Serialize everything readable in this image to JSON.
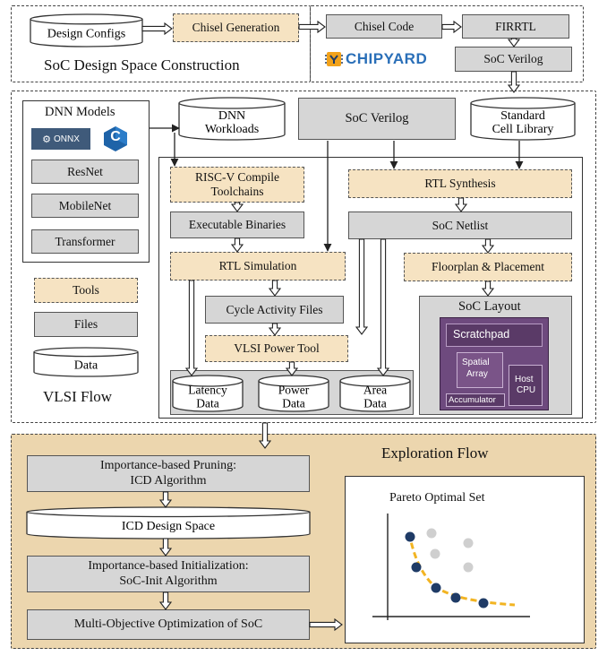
{
  "top": {
    "design_configs": "Design Configs",
    "chisel_generation": "Chisel Generation",
    "chisel_code": "Chisel Code",
    "firrtl": "FIRRTL",
    "soc_verilog_small": "SoC Verilog",
    "chipyard_logo": "CHIPYARD",
    "section_title": "SoC Design Space Construction"
  },
  "vlsi": {
    "dnn_models": "DNN Models",
    "onnx_logo": "ONNX",
    "c_logo": "C",
    "resnet": "ResNet",
    "mobilenet": "MobileNet",
    "transformer": "Transformer",
    "dnn_workloads_1": "DNN",
    "dnn_workloads_2": "Workloads",
    "soc_verilog": "SoC Verilog",
    "std_cell_1": "Standard",
    "std_cell_2": "Cell Library",
    "riscv_1": "RISC-V Compile",
    "riscv_2": "Toolchains",
    "exec_binaries": "Executable Binaries",
    "rtl_simulation": "RTL Simulation",
    "cycle_activity": "Cycle Activity Files",
    "vlsi_power_tool": "VLSI Power Tool",
    "latency_1": "Latency",
    "latency_2": "Data",
    "power_1": "Power",
    "power_2": "Data",
    "area_1": "Area",
    "area_2": "Data",
    "rtl_synthesis": "RTL Synthesis",
    "soc_netlist": "SoC Netlist",
    "floorplan": "Floorplan & Placement",
    "soc_layout": "SoC Layout",
    "chip_scratchpad": "Scratchpad",
    "chip_spatial_1": "Spatial",
    "chip_spatial_2": "Array",
    "chip_host_1": "Host",
    "chip_host_2": "CPU",
    "chip_accumulator": "Accumulator",
    "legend_tools": "Tools",
    "legend_files": "Files",
    "legend_data": "Data",
    "section_title": "VLSI Flow"
  },
  "explore": {
    "section_title": "Exploration Flow",
    "pruning_1": "Importance-based Pruning:",
    "pruning_2": "ICD Algorithm",
    "icd_space": "ICD Design Space",
    "init_1": "Importance-based Initialization:",
    "init_2": "SoC-Init Algorithm",
    "moo": "Multi-Objective Optimization of SoC",
    "pareto_title": "Pareto Optimal Set"
  },
  "colors": {
    "tool_fill": "#f6e3c2",
    "file_fill": "#d6d6d6",
    "explore_bg": "#ecd6ae",
    "pareto_point": "#1f3b66",
    "pareto_curve": "#f2b422",
    "dominated_point": "#cfcfcf",
    "chip_purple": "#6e4a7e"
  }
}
